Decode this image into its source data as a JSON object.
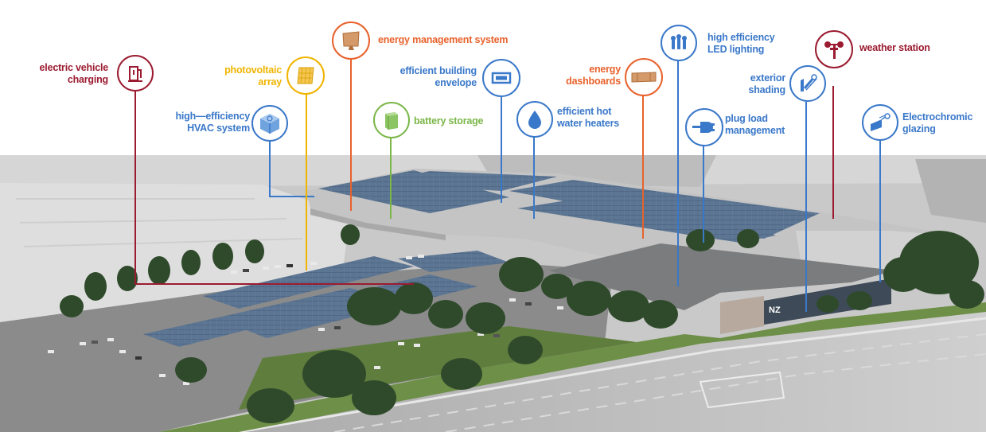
{
  "colors": {
    "maroon": "#9b1b30",
    "yellow": "#f0b400",
    "orange": "#e8622c",
    "green": "#7ab648",
    "blue": "#3a78c9",
    "photo_sky": "#ffffff",
    "roof_gray": "#7e7f80",
    "solar_blue": "#5a7391",
    "grass": "#6a8b45",
    "tree": "#2f4a2b",
    "road": "#b5b5b5"
  },
  "callouts": [
    {
      "id": "ev",
      "label": "electric vehicle\ncharging",
      "color": "maroon",
      "icon": "ev-charger-icon"
    },
    {
      "id": "hvac",
      "label": "high—efficiency\nHVAC system",
      "color": "blue",
      "icon": "hvac-unit-icon"
    },
    {
      "id": "pv",
      "label": "photovoltaic\narray",
      "color": "yellow",
      "icon": "solar-panel-icon"
    },
    {
      "id": "ems",
      "label": "energy management system",
      "color": "orange",
      "icon": "monitor-icon"
    },
    {
      "id": "battery",
      "label": "battery storage",
      "color": "green",
      "icon": "battery-icon"
    },
    {
      "id": "envelope",
      "label": "efficient building\nenvelope",
      "color": "blue",
      "icon": "building-envelope-icon"
    },
    {
      "id": "water",
      "label": "efficient hot\nwater heaters",
      "color": "blue",
      "icon": "water-drop-icon"
    },
    {
      "id": "dash",
      "label": "energy\ndashboards",
      "color": "orange",
      "icon": "dashboard-bar-icon"
    },
    {
      "id": "led",
      "label": "high efficiency\nLED lighting",
      "color": "blue",
      "icon": "led-lights-icon"
    },
    {
      "id": "plug",
      "label": "plug load\nmanagement",
      "color": "blue",
      "icon": "plug-icon"
    },
    {
      "id": "shading",
      "label": "exterior\nshading",
      "color": "blue",
      "icon": "shading-icon"
    },
    {
      "id": "weather",
      "label": "weather station",
      "color": "maroon",
      "icon": "weather-station-icon"
    },
    {
      "id": "glazing",
      "label": "Electrochromic\nglazing",
      "color": "blue",
      "icon": "glazing-icon"
    }
  ],
  "building_sign": "NZ"
}
